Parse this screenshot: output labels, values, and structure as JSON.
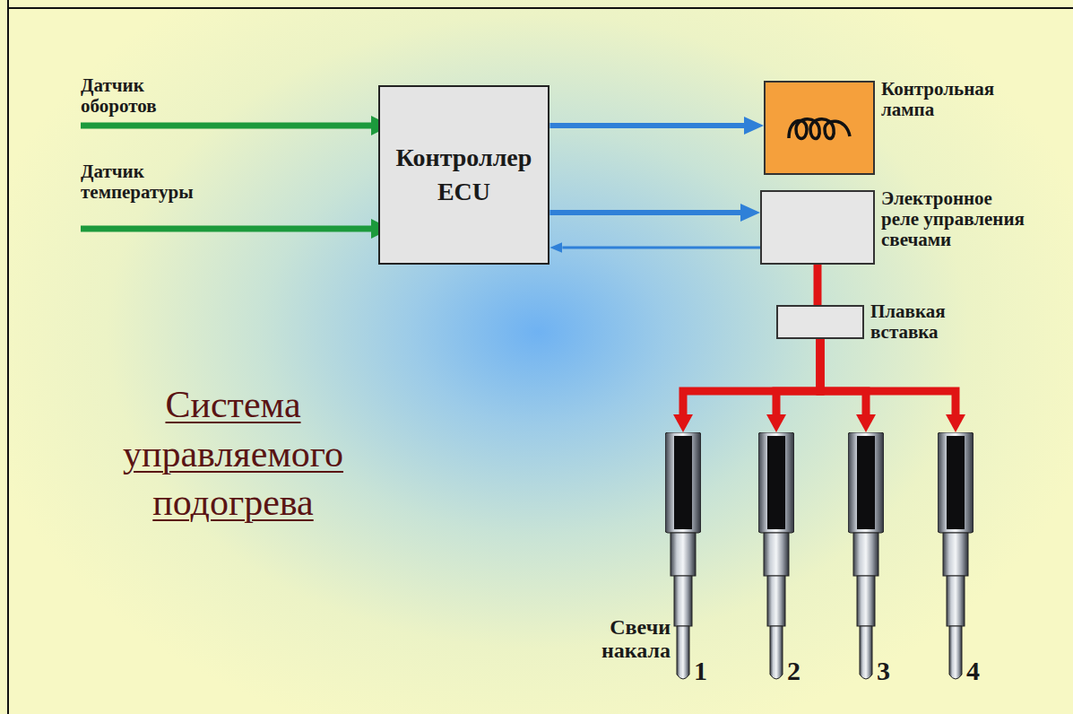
{
  "diagram": {
    "title": "Система управляемого подогрева",
    "nodes": [
      {
        "text": [
          "Контроллер ECU"
        ]
      },
      {
        "text": [
          "Контрольная лампа"
        ]
      },
      {
        "text": [
          "Электронное реле управления свечами"
        ]
      },
      {
        "text": [
          "Плавкая вставка"
        ]
      },
      {
        "text": [
          "1"
        ]
      },
      {
        "text": [
          "2"
        ]
      },
      {
        "text": [
          "3"
        ]
      },
      {
        "text": [
          "4"
        ]
      }
    ],
    "edges": [
      {
        "from": 0,
        "to": 1,
        "arrow": "to"
      },
      {
        "from": 0,
        "to": 2,
        "arrow": "to"
      },
      {
        "from": 2,
        "to": 0,
        "arrow": "to"
      },
      {
        "from": 2,
        "to": 3,
        "arrow": "none"
      },
      {
        "from": 3,
        "to": 4,
        "arrow": "to"
      },
      {
        "from": 3,
        "to": 5,
        "arrow": "to"
      },
      {
        "from": 3,
        "to": 6,
        "arrow": "to"
      },
      {
        "from": 3,
        "to": 7,
        "arrow": "to"
      }
    ],
    "labels": [
      "Датчик оборотов",
      "Датчик температуры",
      "Свечи накала"
    ]
  }
}
